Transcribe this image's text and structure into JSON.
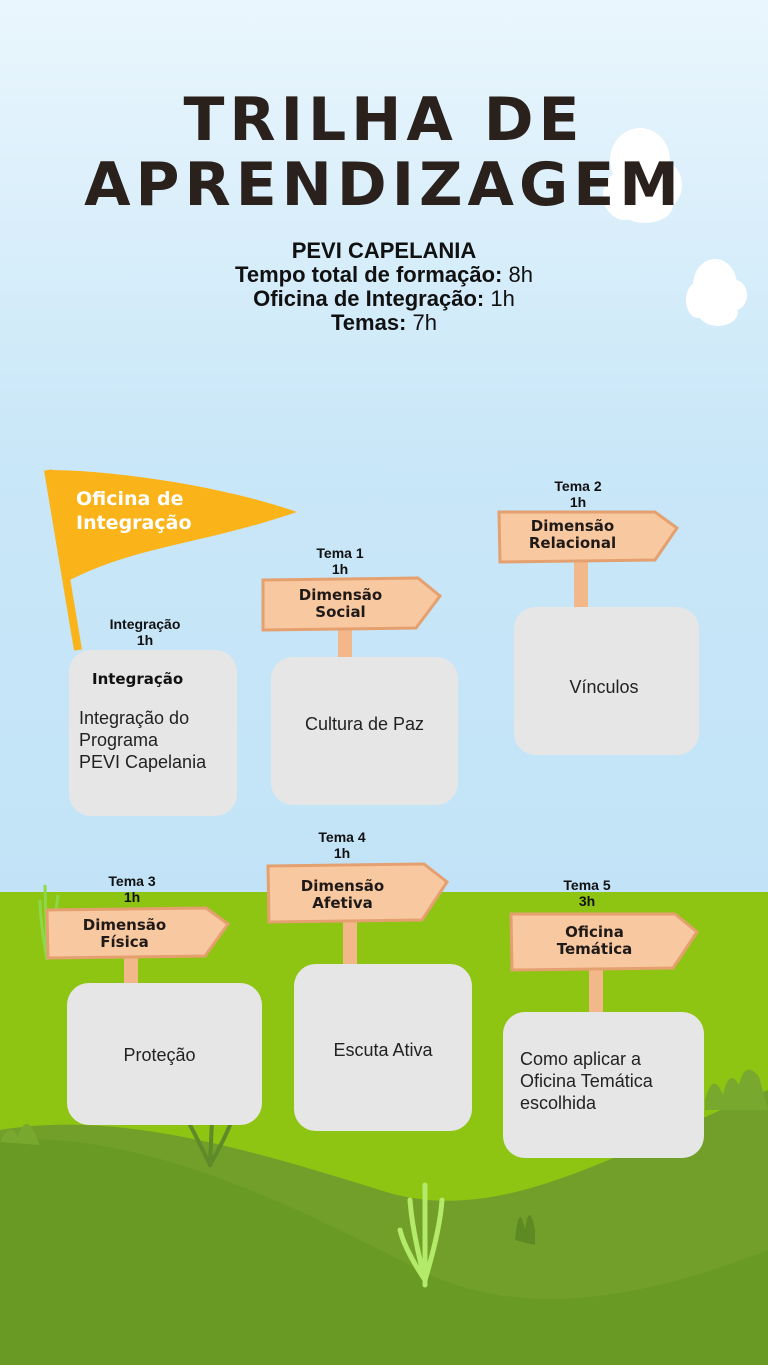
{
  "header": {
    "title_line1": "TRILHA DE",
    "title_line2": "APRENDIZAGEM",
    "program": "PEVI CAPELANIA",
    "total_label": "Tempo total de formação:",
    "total_value": "8h",
    "integration_label": "Oficina de Integração:",
    "integration_value": "1h",
    "themes_label": "Temas:",
    "themes_value": "7h"
  },
  "flag": {
    "line1": "Oficina de",
    "line2": "Integração"
  },
  "integration": {
    "label": "Integração",
    "hours": "1h",
    "card_title": "Integração",
    "lines": [
      "Integração do",
      "Programa",
      "PEVI Capelania"
    ]
  },
  "themes": [
    {
      "label": "Tema 1",
      "hours": "1h",
      "sign": [
        "Dimensão",
        "Social"
      ],
      "lines": [
        "Cultura  de Paz"
      ]
    },
    {
      "label": "Tema 2",
      "hours": "1h",
      "sign": [
        "Dimensão",
        "Relacional"
      ],
      "lines": [
        "Vínculos"
      ]
    },
    {
      "label": "Tema 3",
      "hours": "1h",
      "sign": [
        "Dimensão",
        "Física"
      ],
      "lines": [
        "Proteção"
      ]
    },
    {
      "label": "Tema 4",
      "hours": "1h",
      "sign": [
        "Dimensão",
        "Afetiva"
      ],
      "lines": [
        "Escuta  Ativa"
      ]
    },
    {
      "label": "Tema 5",
      "hours": "3h",
      "sign": [
        "Oficina",
        "Temática"
      ],
      "lines": [
        "Como aplicar a",
        "Oficina Temática",
        "escolhida"
      ]
    }
  ],
  "colors": {
    "sky_top": "#eaf6fd",
    "sky": "#c6e6f8",
    "grass": "#8ec412",
    "hill": "#6a9a28",
    "flag": "#fbb31a",
    "sign": "#f8c8a0",
    "card": "#e6e6e6"
  }
}
